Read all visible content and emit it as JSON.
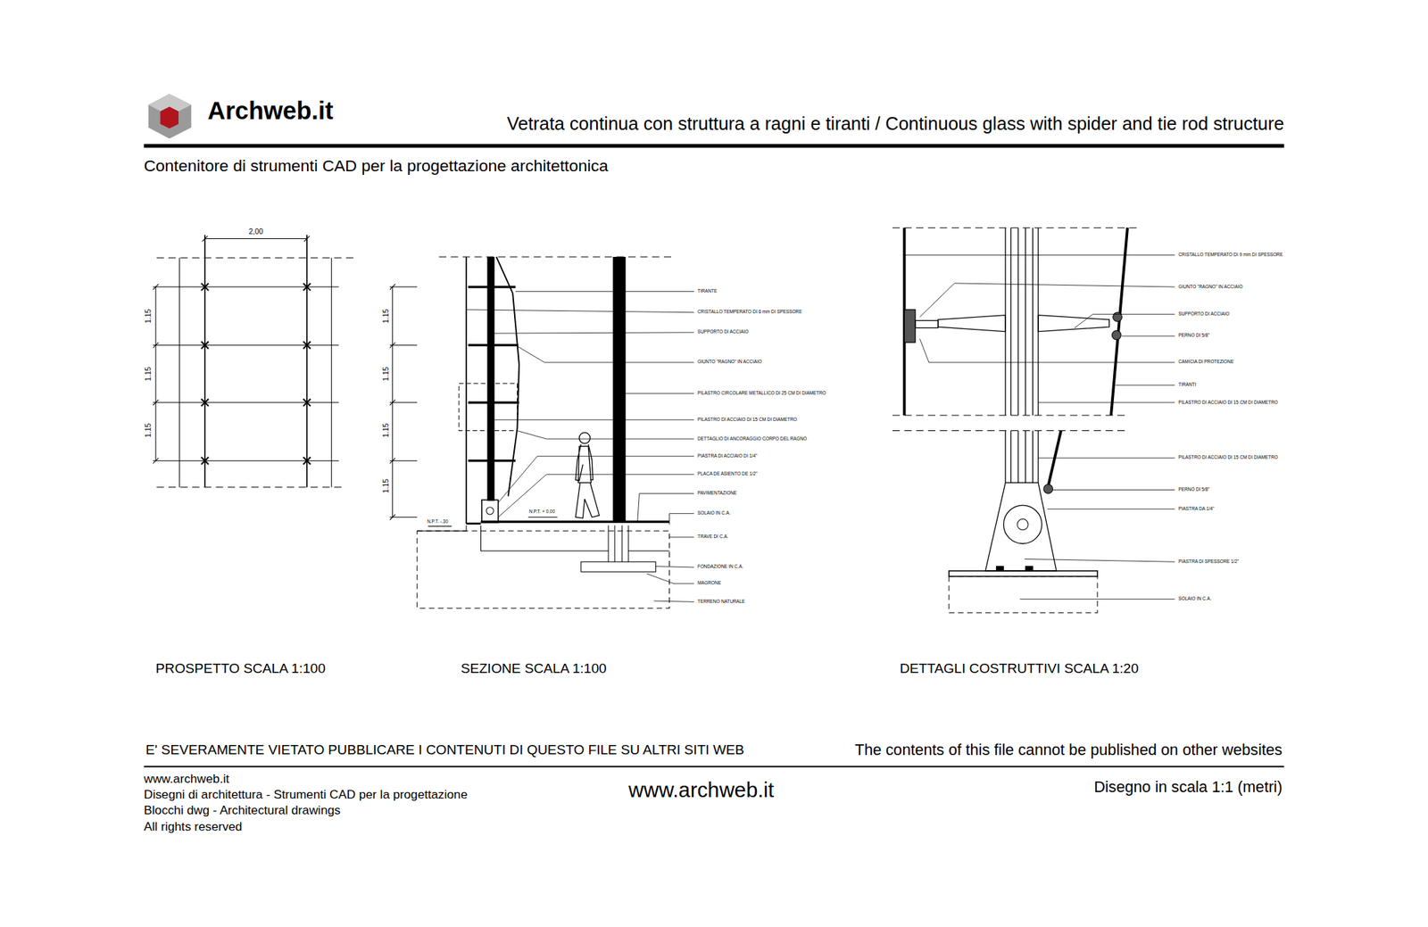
{
  "diagram": {
    "title": "Vetrata continua con struttura a ragni e tiranti  /  Continuous glass with spider and tie rod structure",
    "labels": [
      "Archweb.it",
      "Contenitore di strumenti CAD per la progettazione architettonica",
      "2,00",
      "1.15",
      "1.15",
      "1.15",
      "1.15",
      "1.15",
      "1.15",
      "1.15",
      "N.P.T. -.30",
      "N.P.T. + 0.00",
      "TIRANTE",
      "CRISTALLO TEMPERATO DI  6 mm  DI SPESSORE",
      "SUPPORTO DI ACCIAIO",
      "GIUNTO \"RAGNO\" IN ACCIAIO",
      "PILASTRO CIRCOLARE METALLICO DI 25 CM DI DIAMETRO",
      "PILASTRO DI ACCIAIO DI  15 CM DI DIAMETRO",
      "DETTAGLIO DI ANCORAGGIO CORPO DEL RAGNO",
      "PIASTRA DI ACCIAIO DI  1/4\"",
      "PLACA DE ASIENTO DE 1/2\"",
      "PAVIMENTAZIONE",
      "SOLAIO IN C.A.",
      "TRAVE DI C.A.",
      "FONDAZIONE IN C.A.",
      "MAGRONE",
      "TERRENO NATURALE",
      "CRISTALLO TEMPERATO DI  9 mm  DI SPESSORE",
      "GIUNTO \"RAGNO\" IN ACCIAIO",
      "SUPPORTO DI ACCIAIO",
      "PERNO DI 5/8\"",
      "CAMICIA DI PROTEZIONE",
      "TIRANTI",
      "PILASTRO DI ACCIAIO DI  15 CM DI DIAMETRO",
      "PILASTRO DI ACCIAIO DI  15 CM DI DIAMETRO",
      "PERNO DI 5/8\"",
      "PIASTRA DA  1/4\"",
      "PIASTRA DI SPESSORE 1/2\"",
      "SOLAIO IN C.A.",
      "PROSPETTO  SCALA 1:100",
      "SEZIONE  SCALA 1:100",
      "DETTAGLI COSTRUTTIVI SCALA 1:20",
      "E' SEVERAMENTE VIETATO PUBBLICARE I CONTENUTI DI QUESTO FILE SU ALTRI SITI WEB",
      "The contents of this file cannot be published on other websites",
      "www.archweb.it",
      "Disegni di architettura - Strumenti CAD  per la progettazione",
      "Blocchi dwg - Architectural drawings",
      "All rights reserved",
      "www.archweb.it",
      "Disegno in scala 1:1 (metri)"
    ]
  }
}
